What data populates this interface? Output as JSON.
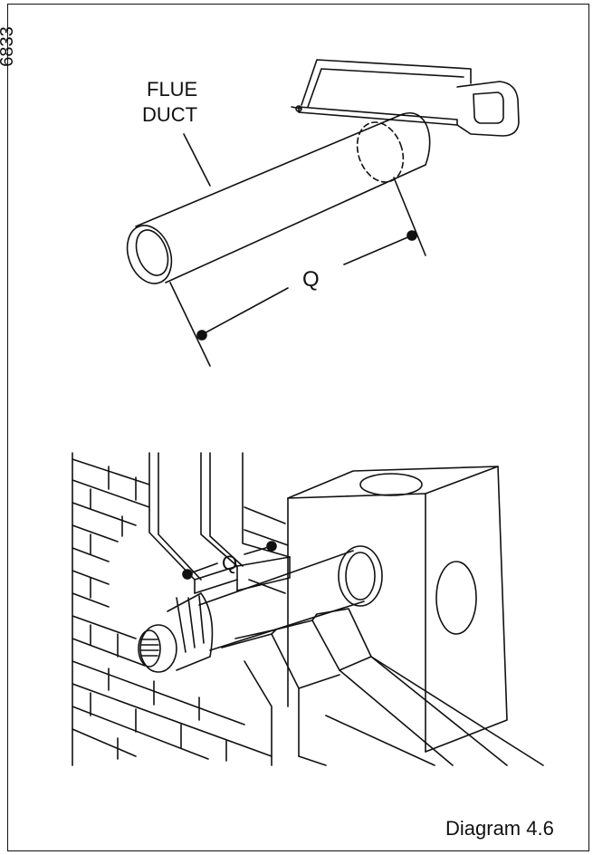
{
  "ref_number": "6833",
  "labels": {
    "flue_line1": "FLUE",
    "flue_line2": "DUCT",
    "q_top": "Q",
    "q_bottom": "Q"
  },
  "caption": "Diagram 4.6"
}
